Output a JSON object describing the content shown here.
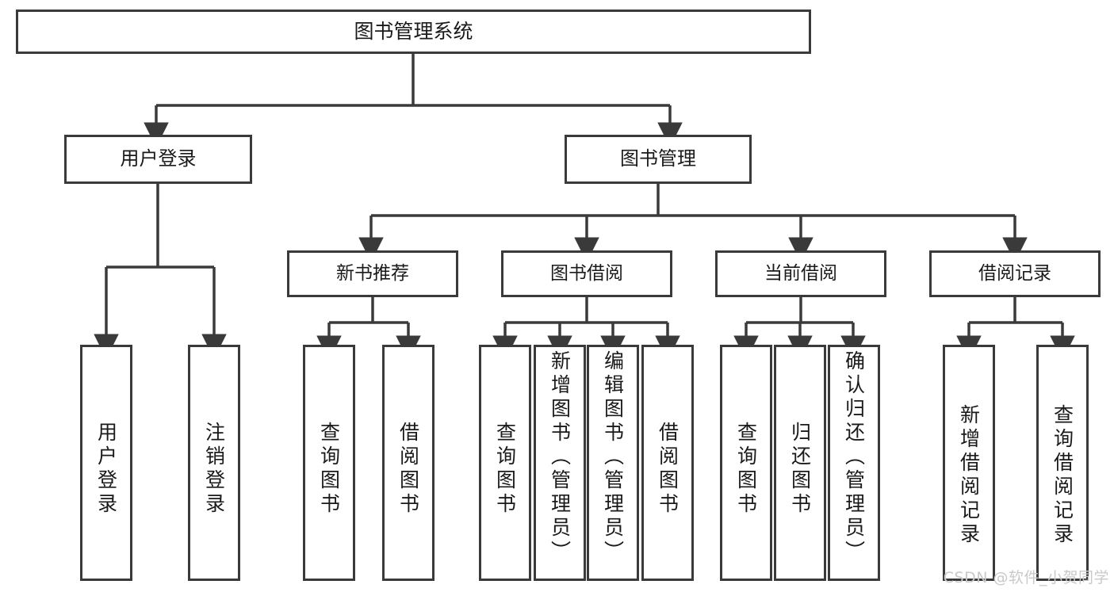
{
  "diagram": {
    "title": "图书管理系统",
    "root": {
      "label": "图书管理系统"
    },
    "level2": [
      {
        "label": "用户登录"
      },
      {
        "label": "图书管理"
      }
    ],
    "level3": [
      {
        "label": "新书推荐"
      },
      {
        "label": "图书借阅"
      },
      {
        "label": "当前借阅"
      },
      {
        "label": "借阅记录"
      }
    ],
    "leaves": {
      "user_login": [
        {
          "label": "用户登录"
        },
        {
          "label": "注销登录"
        }
      ],
      "new_book_recommend": [
        {
          "label": "查询图书"
        },
        {
          "label": "借阅图书"
        }
      ],
      "book_borrow": [
        {
          "label": "查询图书"
        },
        {
          "label": "新增图书（管理员）"
        },
        {
          "label": "编辑图书（管理员）"
        },
        {
          "label": "借阅图书"
        }
      ],
      "current_borrow": [
        {
          "label": "查询图书"
        },
        {
          "label": "归还图书"
        },
        {
          "label": "确认归还（管理员）"
        }
      ],
      "borrow_record": [
        {
          "label": "新增借阅记录"
        },
        {
          "label": "查询借阅记录"
        }
      ]
    },
    "watermark": "CSDN @软件_小贺同学",
    "colors": {
      "stroke": "#3a3a3a",
      "fill": "#ffffff",
      "text": "#1a1a1a",
      "watermark": "#c9c9c9"
    }
  }
}
